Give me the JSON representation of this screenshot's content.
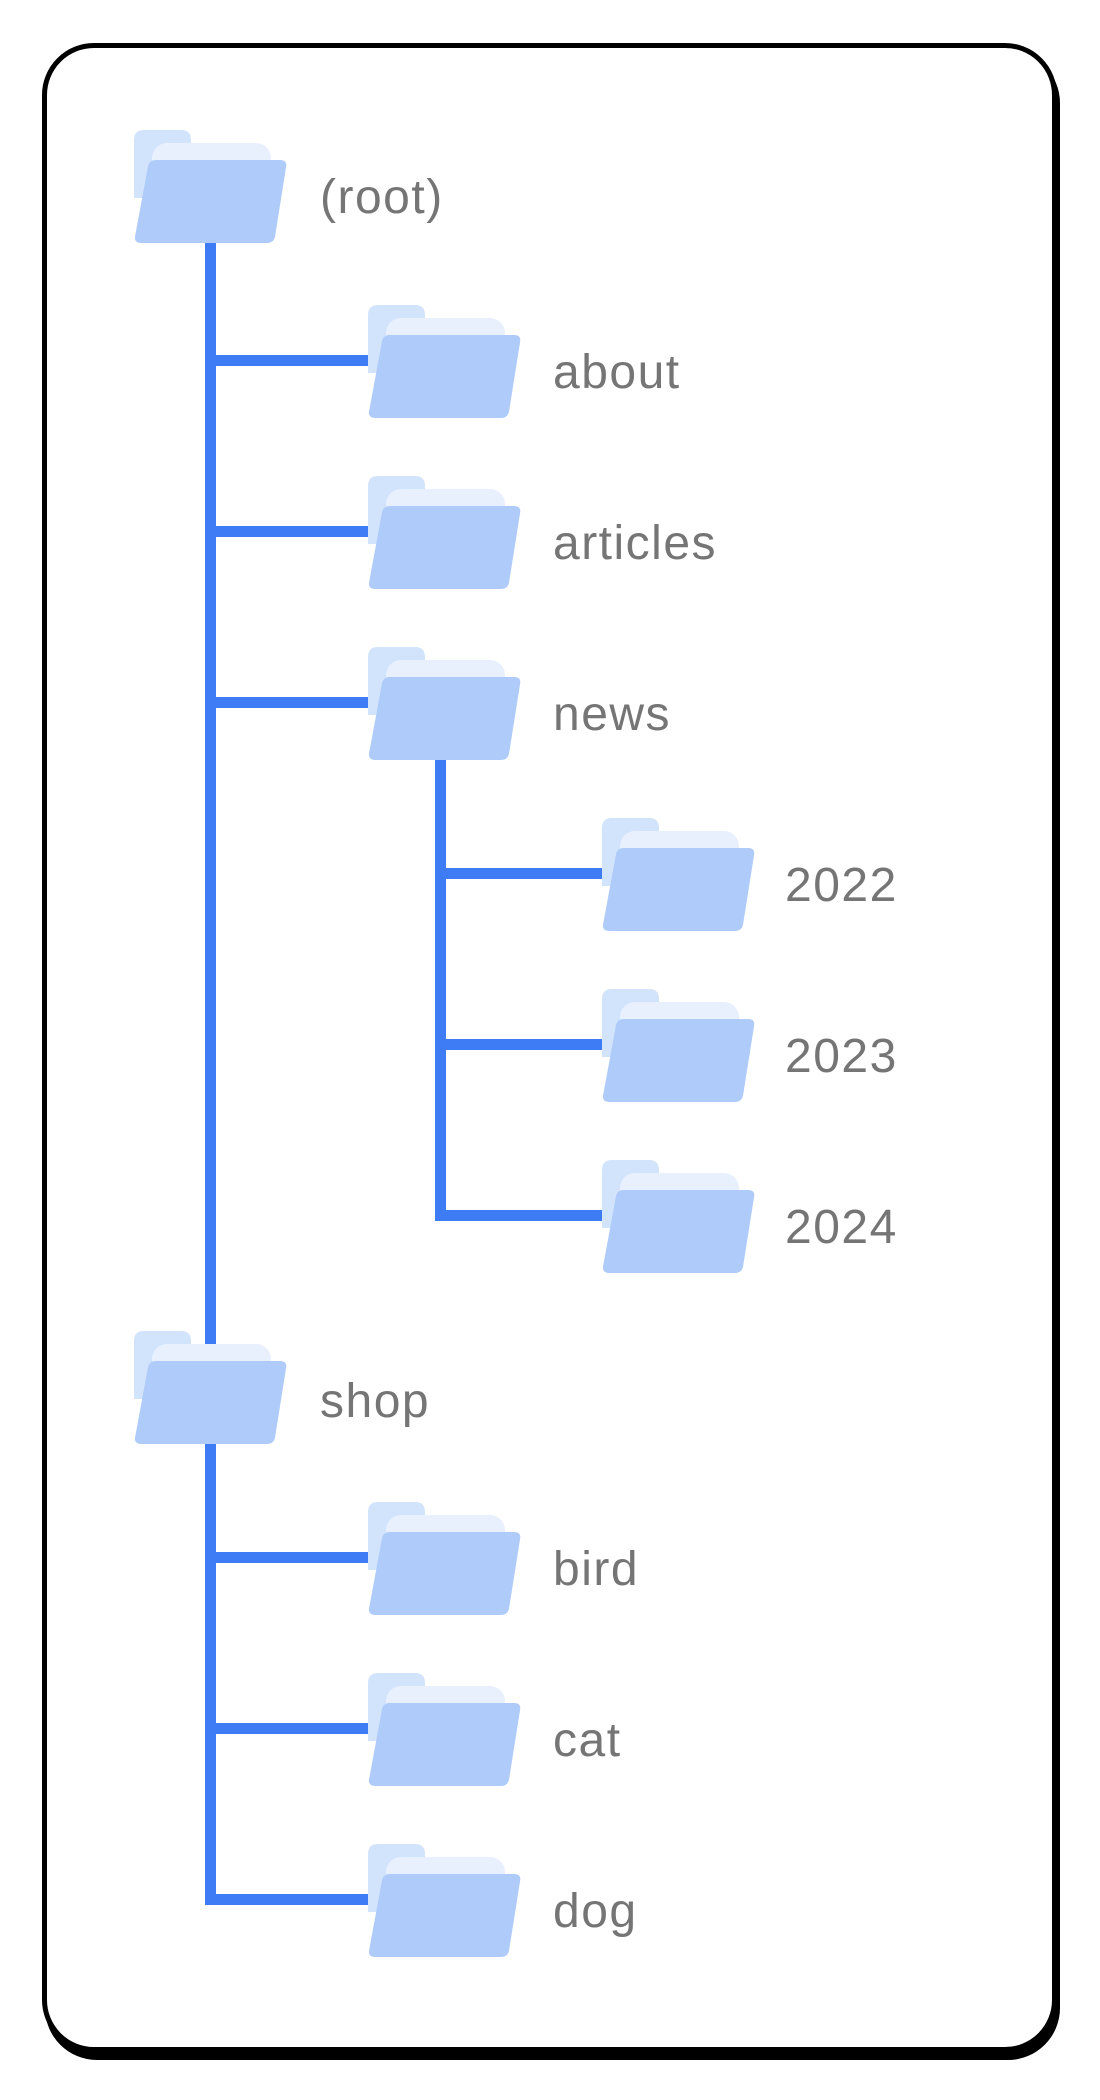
{
  "diagram": {
    "description": "site folder structure tree",
    "nodes": {
      "root": {
        "label": "(root)"
      },
      "about": {
        "label": "about"
      },
      "articles": {
        "label": "articles"
      },
      "news": {
        "label": "news"
      },
      "y2022": {
        "label": "2022"
      },
      "y2023": {
        "label": "2023"
      },
      "y2024": {
        "label": "2024"
      },
      "shop": {
        "label": "shop"
      },
      "bird": {
        "label": "bird"
      },
      "cat": {
        "label": "cat"
      },
      "dog": {
        "label": "dog"
      }
    },
    "hierarchy": {
      "(root)": {
        "about": {},
        "articles": {},
        "news": {
          "2022": {},
          "2023": {},
          "2024": {}
        },
        "shop": {
          "bird": {},
          "cat": {},
          "dog": {}
        }
      }
    }
  },
  "colors": {
    "line": "#3D7CF4",
    "folder_front": "#AECBFA",
    "folder_back": "#D2E3FC",
    "folder_sheet": "#E8F0FE",
    "label": "#757575",
    "card_border": "#000000",
    "card_bg": "#FFFFFF"
  }
}
